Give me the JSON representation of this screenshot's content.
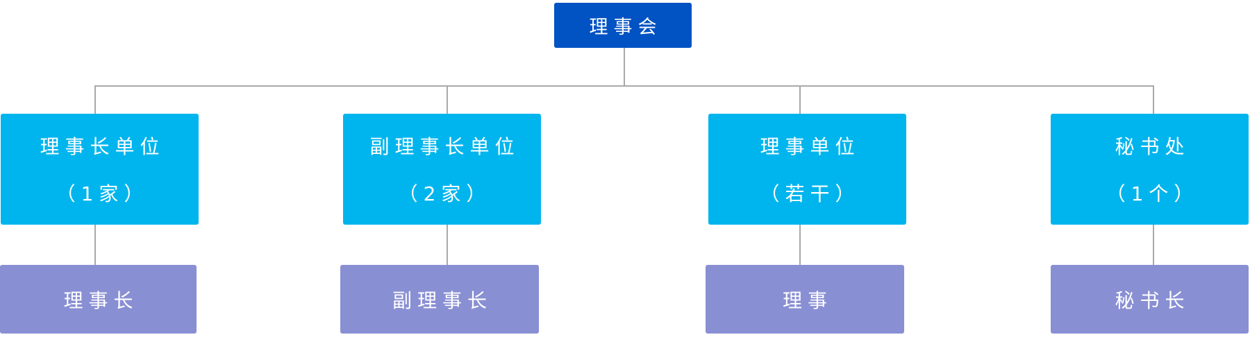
{
  "colors": {
    "root": "#0152c3",
    "unit": "#00b5ed",
    "role": "#898fd3",
    "connector": "#a9a9a9"
  },
  "root": {
    "label": "理事会"
  },
  "units": [
    {
      "name": "理事长单位",
      "count": "（1家）",
      "role": "理事长"
    },
    {
      "name": "副理事长单位",
      "count": "（2家）",
      "role": "副理事长"
    },
    {
      "name": "理事单位",
      "count": "（若干）",
      "role": "理事"
    },
    {
      "name": "秘书处",
      "count": "（1个）",
      "role": "秘书长"
    }
  ]
}
